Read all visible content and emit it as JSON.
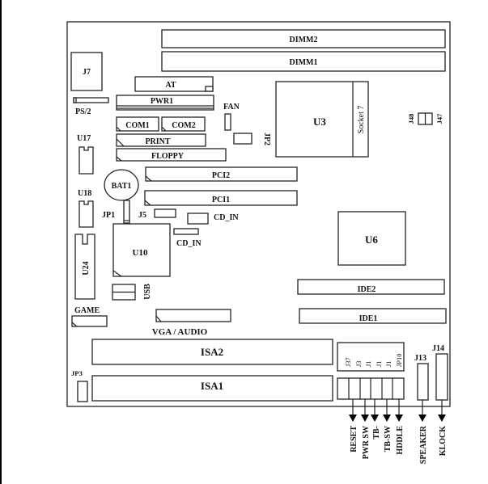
{
  "diagram": {
    "title": "Motherboard layout",
    "colors": {
      "line": "#222222",
      "background": "#ffffff",
      "text": "#111111"
    },
    "slots": {
      "dimm2": "DIMM2",
      "dimm1": "DIMM1",
      "at": "AT",
      "pwr1": "PWR1",
      "com1": "COM1",
      "com2": "COM2",
      "print": "PRINT",
      "floppy": "FLOPPY",
      "pci2": "PCI2",
      "pci1": "PCI1",
      "ide2": "IDE2",
      "ide1": "IDE1",
      "isa2": "ISA2",
      "isa1": "ISA1",
      "vga_audio": "VGA / AUDIO",
      "game": "GAME"
    },
    "chips": {
      "j7": "J7",
      "u3": "U3",
      "socket": "Socket 7",
      "u6": "U6",
      "u10": "U10",
      "u17": "U17",
      "u18": "U18",
      "u24": "U24",
      "bat1": "BAT1"
    },
    "connectors": {
      "ps2": "PS/2",
      "fan": "FAN",
      "jp2": "JP2",
      "jp1": "JP1",
      "j5": "J5",
      "cd_in_1": "CD_IN",
      "cd_in_2": "CD_IN",
      "usb": "USB",
      "j48": "J48",
      "j47": "J47",
      "jp3": "JP3",
      "j13": "J13",
      "j14": "J14"
    },
    "front_panel_headers": [
      "J37",
      "J3",
      "J1",
      "J1",
      "J1",
      "JP10"
    ],
    "front_panel_signals": [
      "RESET",
      "PWR SW",
      "TB-",
      "TB-SW",
      "HDDLE"
    ],
    "speaker_signal": "SPEAKER",
    "klock_signal": "KLOCK"
  }
}
